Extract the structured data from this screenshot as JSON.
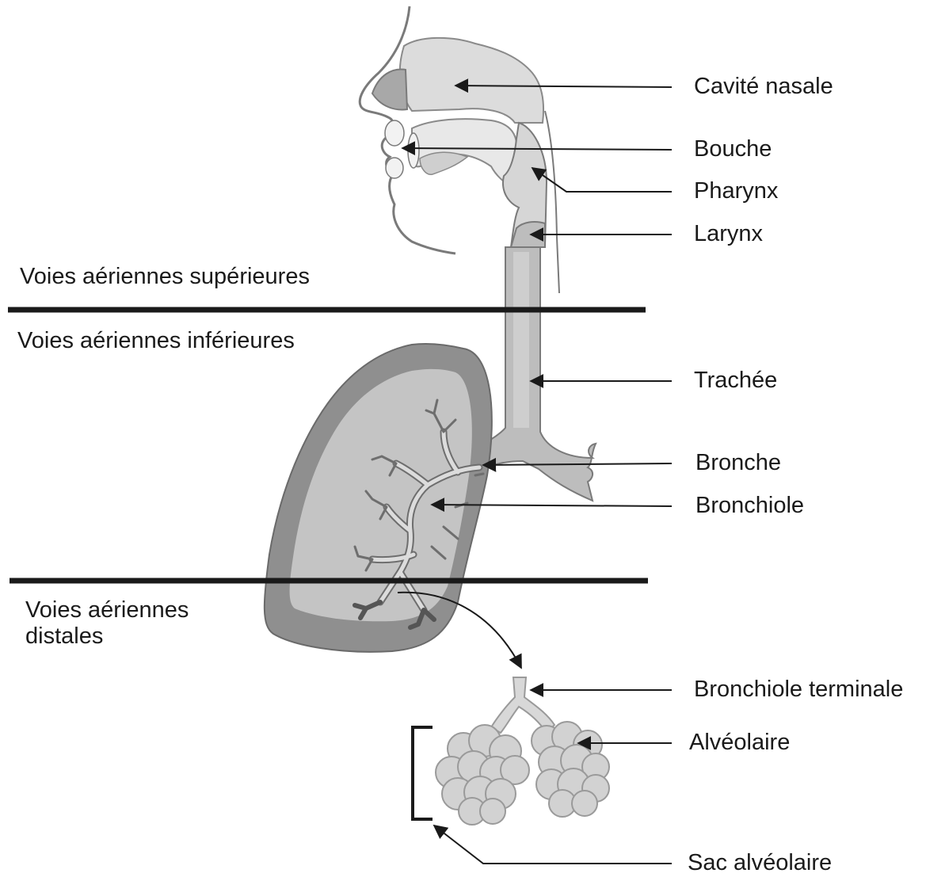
{
  "zones": {
    "upper": "Voies aériennes supérieures",
    "lower": "Voies aériennes inférieures",
    "distal": "Voies aériennes distales"
  },
  "labels": {
    "nasal_cavity": "Cavité nasale",
    "mouth": "Bouche",
    "pharynx": "Pharynx",
    "larynx": "Larynx",
    "trachea": "Trachée",
    "bronchus": "Bronche",
    "bronchiole": "Bronchiole",
    "terminal_bronchiole": "Bronchiole terminale",
    "alveolus": "Alvéolaire",
    "alveolar_sac": "Sac alvéolaire"
  },
  "colors": {
    "lung_outer": "#8f8f8f",
    "lung_inner": "#c4c4c4",
    "airway_fill": "#c9c9c9",
    "airway_stroke": "#707070",
    "nasal_fill": "#dcdcdc",
    "alveoli_fill": "#d2d2d2",
    "line": "#1a1a1a"
  }
}
